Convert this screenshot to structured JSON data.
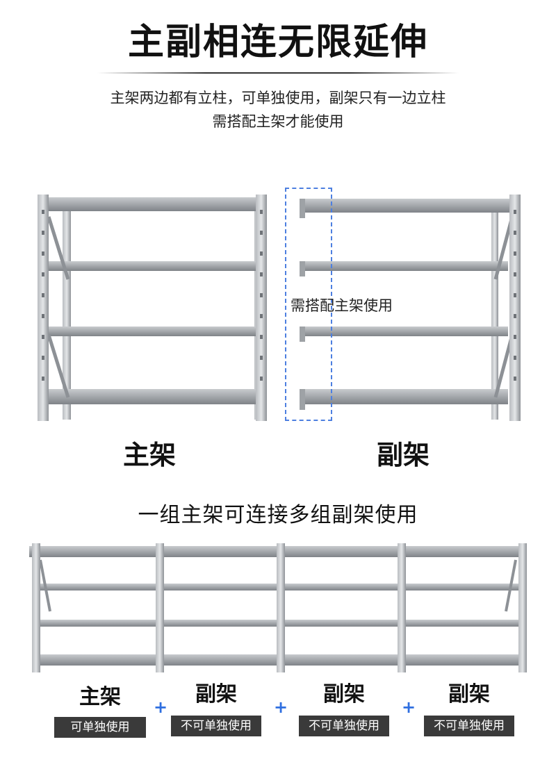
{
  "title": "主副相连无限延伸",
  "subtitle_line1": "主架两边都有立柱，可单独使用，副架只有一边立柱",
  "subtitle_line2": "需搭配主架才能使用",
  "main_label": "主架",
  "aux_label": "副架",
  "aux_note": "需搭配主架使用",
  "combo_heading": "一组主架可连接多组副架使用",
  "bottom_units": [
    {
      "name": "主架",
      "tag": "可单独使用"
    },
    {
      "name": "副架",
      "tag": "不可单独使用"
    },
    {
      "name": "副架",
      "tag": "不可单独使用"
    },
    {
      "name": "副架",
      "tag": "不可单独使用"
    }
  ],
  "plus_symbol": "+",
  "colors": {
    "dash_border": "#4d7fe0",
    "tag_bg": "#3a3a3a",
    "plus": "#2f6fe0"
  }
}
